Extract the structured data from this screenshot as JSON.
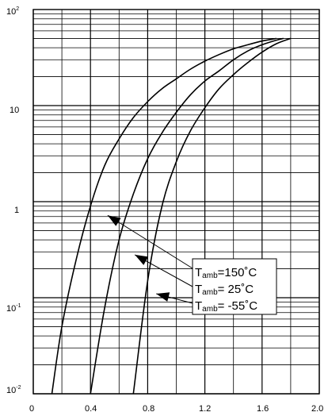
{
  "chart_data": {
    "type": "line",
    "x_scale": "linear",
    "y_scale": "log",
    "xlim": [
      0,
      2.0
    ],
    "ylim": [
      0.01,
      100
    ],
    "x_ticks": [
      {
        "value": 0,
        "label": "0"
      },
      {
        "value": 0.4,
        "label": "0.4"
      },
      {
        "value": 0.8,
        "label": "0.8"
      },
      {
        "value": 1.2,
        "label": "1.2"
      },
      {
        "value": 1.6,
        "label": "1.6"
      },
      {
        "value": 2.0,
        "label": "2.0"
      }
    ],
    "y_ticks": [
      {
        "value": 100,
        "base": "10",
        "exp": "2"
      },
      {
        "value": 10,
        "base": "10",
        "exp": ""
      },
      {
        "value": 1,
        "base": "1",
        "exp": ""
      },
      {
        "value": 0.1,
        "base": "10",
        "exp": "-1"
      },
      {
        "value": 0.01,
        "base": "10",
        "exp": "-2"
      }
    ],
    "grid": true,
    "series": [
      {
        "name": "Tamb = 150°C",
        "points": [
          [
            0.13,
            0.01
          ],
          [
            0.2,
            0.05
          ],
          [
            0.3,
            0.25
          ],
          [
            0.4,
            0.9
          ],
          [
            0.5,
            2.4
          ],
          [
            0.6,
            4.5
          ],
          [
            0.7,
            7.5
          ],
          [
            0.8,
            11
          ],
          [
            0.9,
            15
          ],
          [
            1.0,
            19
          ],
          [
            1.1,
            24
          ],
          [
            1.2,
            29
          ],
          [
            1.3,
            34
          ],
          [
            1.4,
            39
          ],
          [
            1.5,
            43
          ],
          [
            1.6,
            47
          ],
          [
            1.7,
            50
          ]
        ]
      },
      {
        "name": "Tamb = 25°C",
        "points": [
          [
            0.4,
            0.01
          ],
          [
            0.5,
            0.08
          ],
          [
            0.6,
            0.4
          ],
          [
            0.7,
            1.2
          ],
          [
            0.8,
            2.8
          ],
          [
            0.9,
            5.2
          ],
          [
            1.0,
            8.5
          ],
          [
            1.1,
            13
          ],
          [
            1.2,
            18
          ],
          [
            1.3,
            23
          ],
          [
            1.4,
            30
          ],
          [
            1.5,
            37
          ],
          [
            1.6,
            43
          ],
          [
            1.7,
            48
          ],
          [
            1.75,
            50
          ]
        ]
      },
      {
        "name": "Tamb = -55°C",
        "points": [
          [
            0.7,
            0.01
          ],
          [
            0.8,
            0.15
          ],
          [
            0.9,
            0.9
          ],
          [
            1.0,
            2.6
          ],
          [
            1.1,
            5.5
          ],
          [
            1.2,
            9.5
          ],
          [
            1.3,
            15
          ],
          [
            1.4,
            21
          ],
          [
            1.5,
            28
          ],
          [
            1.6,
            36
          ],
          [
            1.7,
            44
          ],
          [
            1.8,
            50
          ]
        ]
      }
    ],
    "annotations": [
      {
        "prefix": "T",
        "sub": "amb",
        "value": "=150˚C"
      },
      {
        "prefix": "T",
        "sub": "amb",
        "value": "=  25˚C"
      },
      {
        "prefix": "T",
        "sub": "amb",
        "value": "= -55˚C"
      }
    ],
    "colors": {
      "line": "#000000",
      "grid": "#000000",
      "background": "#ffffff"
    }
  }
}
